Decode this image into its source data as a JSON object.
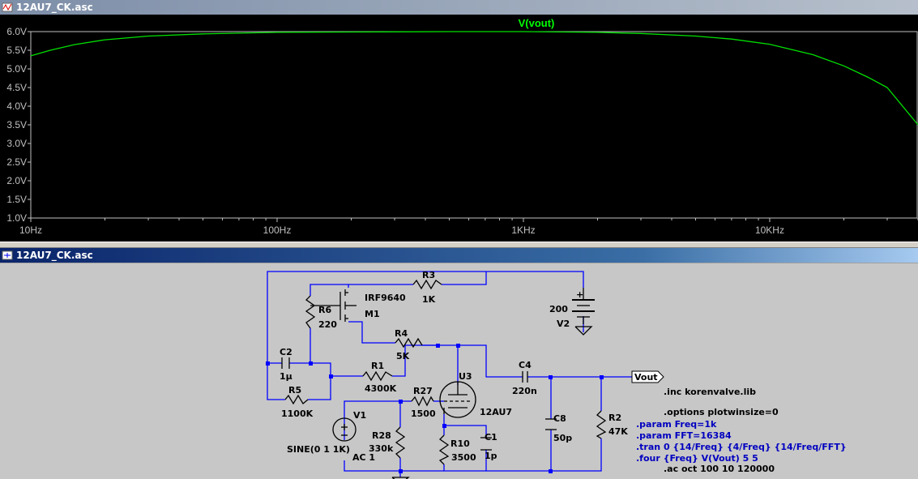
{
  "window_top": {
    "title": "12AU7_CK.asc"
  },
  "window_bottom": {
    "title": "12AU7_CK.asc"
  },
  "colors": {
    "trace": "#00e000",
    "axes": "#c0c0c0",
    "wire": "#0000ff",
    "directive": "#0000c0"
  },
  "chart_data": {
    "type": "line",
    "title": "V(vout)",
    "xlabel": "",
    "ylabel": "",
    "x_scale": "log",
    "xlim": [
      10,
      40000
    ],
    "ylim": [
      1.0,
      6.0
    ],
    "xticks": [
      "10Hz",
      "100Hz",
      "1KHz",
      "10KHz"
    ],
    "yticks": [
      "6.0V",
      "5.5V",
      "5.0V",
      "4.5V",
      "4.0V",
      "3.5V",
      "3.0V",
      "2.5V",
      "2.0V",
      "1.5V",
      "1.0V"
    ],
    "grid": false,
    "series": [
      {
        "name": "V(vout)",
        "x": [
          10,
          12,
          15,
          20,
          30,
          50,
          100,
          200,
          500,
          1000,
          2000,
          3000,
          5000,
          7000,
          10000,
          15000,
          20000,
          25000,
          30000,
          40000
        ],
        "y": [
          5.35,
          5.5,
          5.65,
          5.78,
          5.88,
          5.94,
          5.98,
          5.99,
          6.0,
          6.0,
          5.98,
          5.95,
          5.88,
          5.8,
          5.66,
          5.38,
          5.08,
          4.78,
          4.5,
          3.5
        ]
      }
    ]
  },
  "schematic": {
    "components": {
      "r3": {
        "name": "R3",
        "value": "1K"
      },
      "r6": {
        "name": "R6",
        "value": "220"
      },
      "m1": {
        "name": "M1",
        "value": "IRF9640"
      },
      "r4": {
        "name": "R4",
        "value": "5K"
      },
      "c2": {
        "name": "C2",
        "value": "1µ"
      },
      "r1": {
        "name": "R1",
        "value": "4300K"
      },
      "r5": {
        "name": "R5",
        "value": "1100K"
      },
      "v1": {
        "name": "V1",
        "value": "SINE(0 1 1K)",
        "ac": "AC 1"
      },
      "r28": {
        "name": "R28",
        "value": "330k"
      },
      "r27": {
        "name": "R27",
        "value": "1500"
      },
      "u3": {
        "name": "U3",
        "value": "12AU7"
      },
      "r10": {
        "name": "R10",
        "value": "3500"
      },
      "c1": {
        "name": "C1",
        "value": "1p"
      },
      "c4": {
        "name": "C4",
        "value": "220n"
      },
      "c8": {
        "name": "C8",
        "value": "50p"
      },
      "r2": {
        "name": "R2",
        "value": "47K"
      },
      "v2": {
        "name": "V2",
        "value": "200"
      }
    },
    "net_label": "Vout",
    "directives": {
      "inc": ".inc korenvalve.lib",
      "options": ".options plotwinsize=0",
      "param_freq": ".param Freq=1k",
      "param_fft": ".param FFT=16384",
      "tran": ".tran 0 {14/Freq} {4/Freq} {14/Freq/FFT}",
      "four": ".four {Freq} V(Vout) 5 5",
      "ac": ".ac oct 100 10 120000"
    }
  }
}
